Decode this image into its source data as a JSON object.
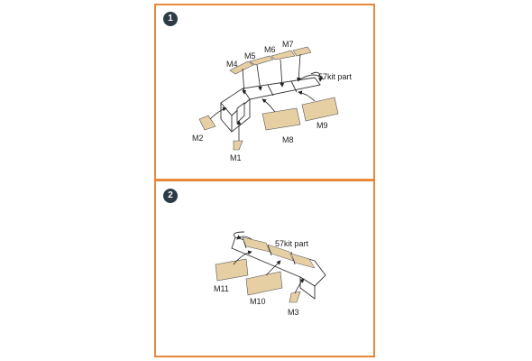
{
  "colors": {
    "frame": "#e8883a",
    "mask": "#e7cfa4",
    "badge": "#2d3b45",
    "line": "#333333"
  },
  "steps": [
    {
      "number": "1",
      "labels": {
        "m4": "M4",
        "m5": "M5",
        "m6": "M6",
        "m7": "M7",
        "kit": "57kit part",
        "m2": "M2",
        "m1": "M1",
        "m8": "M8",
        "m9": "M9"
      }
    },
    {
      "number": "2",
      "labels": {
        "kit": "57kit part",
        "m11": "M11",
        "m10": "M10",
        "m3": "M3"
      }
    }
  ]
}
